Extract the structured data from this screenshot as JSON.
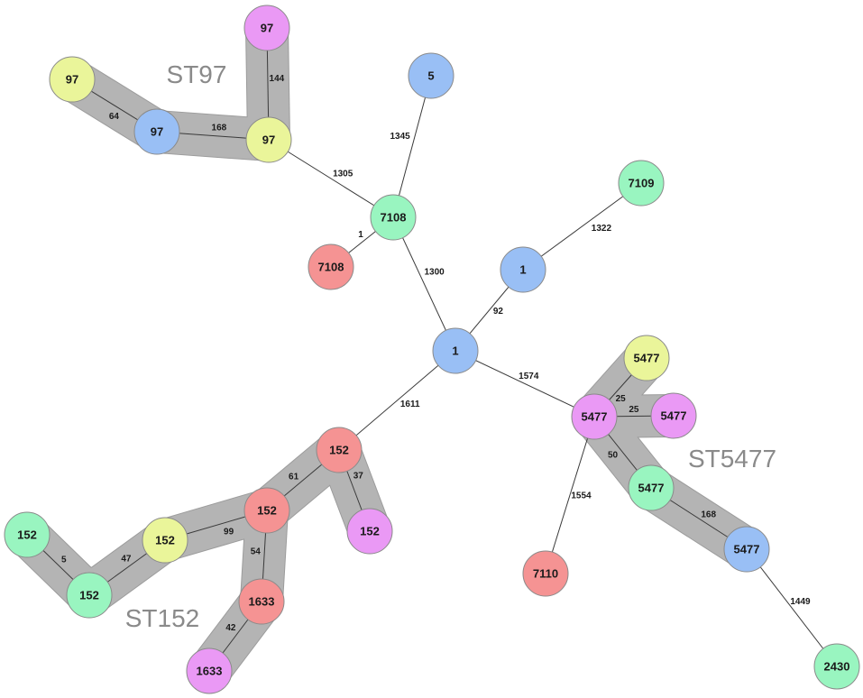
{
  "colors": {
    "blue": "#99bff5",
    "green": "#99f5c0",
    "red": "#f59393",
    "purple": "#ea99f5",
    "yellow": "#eaf59a",
    "halo": "#b4b4b4"
  },
  "groups": [
    {
      "id": "st97",
      "label": "ST97",
      "members": [
        "n97y",
        "n97b",
        "n97y2",
        "n97p"
      ]
    },
    {
      "id": "st152",
      "label": "ST152",
      "members": [
        "n152g1",
        "n152g2",
        "n152y",
        "n152r2",
        "n152r1",
        "n152p",
        "n1633r",
        "n1633p"
      ]
    },
    {
      "id": "st5477",
      "label": "ST5477",
      "members": [
        "n5477y",
        "n5477p1",
        "n5477p2",
        "n5477g",
        "n5477b"
      ]
    }
  ],
  "nodes": [
    {
      "id": "n97p",
      "label": "97",
      "color": "purple"
    },
    {
      "id": "n97y",
      "label": "97",
      "color": "yellow"
    },
    {
      "id": "n97b",
      "label": "97",
      "color": "blue"
    },
    {
      "id": "n97y2",
      "label": "97",
      "color": "yellow"
    },
    {
      "id": "n5",
      "label": "5",
      "color": "blue"
    },
    {
      "id": "n7108g",
      "label": "7108",
      "color": "green"
    },
    {
      "id": "n7108r",
      "label": "7108",
      "color": "red"
    },
    {
      "id": "n7109",
      "label": "7109",
      "color": "green"
    },
    {
      "id": "n1b",
      "label": "1",
      "color": "blue"
    },
    {
      "id": "n1c",
      "label": "1",
      "color": "blue"
    },
    {
      "id": "n5477y",
      "label": "5477",
      "color": "yellow"
    },
    {
      "id": "n5477p1",
      "label": "5477",
      "color": "purple"
    },
    {
      "id": "n5477p2",
      "label": "5477",
      "color": "purple"
    },
    {
      "id": "n5477g",
      "label": "5477",
      "color": "green"
    },
    {
      "id": "n5477b",
      "label": "5477",
      "color": "blue"
    },
    {
      "id": "n7110",
      "label": "7110",
      "color": "red"
    },
    {
      "id": "n2430",
      "label": "2430",
      "color": "green"
    },
    {
      "id": "n152r1",
      "label": "152",
      "color": "red"
    },
    {
      "id": "n152p",
      "label": "152",
      "color": "purple"
    },
    {
      "id": "n152r2",
      "label": "152",
      "color": "red"
    },
    {
      "id": "n152y",
      "label": "152",
      "color": "yellow"
    },
    {
      "id": "n152g1",
      "label": "152",
      "color": "green"
    },
    {
      "id": "n152g2",
      "label": "152",
      "color": "green"
    },
    {
      "id": "n1633r",
      "label": "1633",
      "color": "red"
    },
    {
      "id": "n1633p",
      "label": "1633",
      "color": "purple"
    }
  ],
  "edges": [
    {
      "from": "n97p",
      "to": "n97y2",
      "label": "144"
    },
    {
      "from": "n97y",
      "to": "n97b",
      "label": "64"
    },
    {
      "from": "n97b",
      "to": "n97y2",
      "label": "168"
    },
    {
      "from": "n97y2",
      "to": "n7108g",
      "label": "1305"
    },
    {
      "from": "n5",
      "to": "n7108g",
      "label": "1345"
    },
    {
      "from": "n7108g",
      "to": "n7108r",
      "label": "1"
    },
    {
      "from": "n7108g",
      "to": "n1c",
      "label": "1300"
    },
    {
      "from": "n7109",
      "to": "n1b",
      "label": "1322"
    },
    {
      "from": "n1b",
      "to": "n1c",
      "label": "92"
    },
    {
      "from": "n1c",
      "to": "n5477p1",
      "label": "1574"
    },
    {
      "from": "n1c",
      "to": "n152r1",
      "label": "1611"
    },
    {
      "from": "n5477p1",
      "to": "n5477y",
      "label": "25"
    },
    {
      "from": "n5477p1",
      "to": "n5477p2",
      "label": "25"
    },
    {
      "from": "n5477p1",
      "to": "n5477g",
      "label": "50"
    },
    {
      "from": "n5477g",
      "to": "n5477b",
      "label": "168"
    },
    {
      "from": "n5477p1",
      "to": "n7110",
      "label": "1554"
    },
    {
      "from": "n5477b",
      "to": "n2430",
      "label": "1449"
    },
    {
      "from": "n152r1",
      "to": "n152p",
      "label": "37"
    },
    {
      "from": "n152r1",
      "to": "n152r2",
      "label": "61"
    },
    {
      "from": "n152r2",
      "to": "n152y",
      "label": "99"
    },
    {
      "from": "n152r2",
      "to": "n1633r",
      "label": "54"
    },
    {
      "from": "n1633r",
      "to": "n1633p",
      "label": "42"
    },
    {
      "from": "n152y",
      "to": "n152g2",
      "label": "47"
    },
    {
      "from": "n152g1",
      "to": "n152g2",
      "label": "5"
    }
  ]
}
